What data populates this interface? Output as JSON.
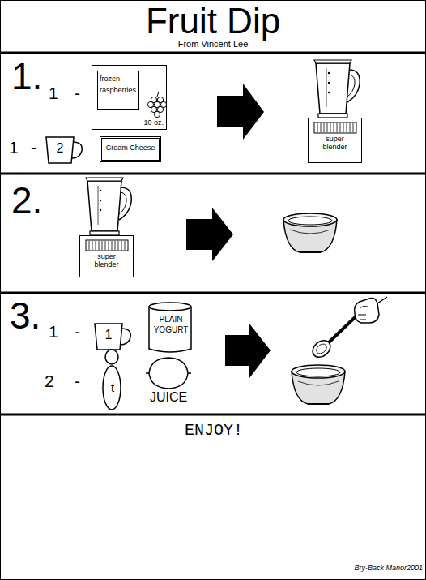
{
  "diagram": {
    "title": "Fruit Dip",
    "nodes": [
      {
        "text": [
          "1."
        ]
      },
      {
        "text": [
          "frozen raspberries",
          "10 oz."
        ],
        "in": 0
      },
      {
        "text": [
          "2"
        ],
        "in": 0
      },
      {
        "text": [
          "Cream Cheese"
        ],
        "in": 0
      },
      {
        "text": [
          "super blender"
        ],
        "in": 0
      },
      {
        "text": [
          "2."
        ]
      },
      {
        "text": [
          "super blender"
        ],
        "in": 5
      },
      {
        "text": [
          "3."
        ]
      },
      {
        "text": [
          "1"
        ],
        "in": 7
      },
      {
        "text": [
          "PLAIN YOGURT"
        ],
        "in": 7
      },
      {
        "text": [
          "t"
        ],
        "in": 7
      },
      {
        "text": [
          "ENJOY!"
        ]
      }
    ],
    "labels": [
      "From Vincent Lee",
      "1",
      "-",
      "1",
      "-",
      "1",
      "-",
      "2",
      "-",
      "JUICE",
      "Bry-Back Manor2001"
    ]
  }
}
